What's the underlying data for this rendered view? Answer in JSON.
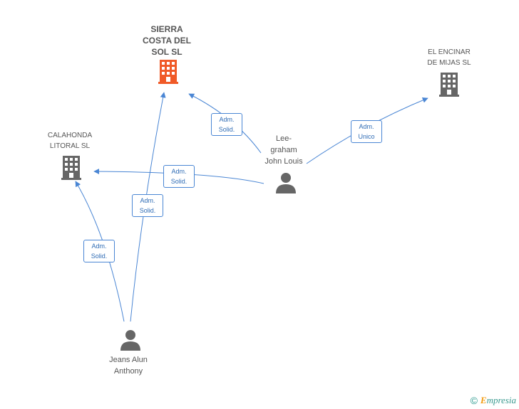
{
  "nodes": {
    "sierra": {
      "label": "SIERRA\nCOSTA DEL\nSOL SL",
      "color": "#f05a28"
    },
    "encinar": {
      "label": "EL ENCINAR\nDE MIJAS SL",
      "color": "#666666"
    },
    "calahonda": {
      "label": "CALAHONDA\nLITORAL SL",
      "color": "#666666"
    },
    "leegraham": {
      "label": "Lee-\ngraham\nJohn Louis",
      "color": "#666666"
    },
    "jeans": {
      "label": "Jeans Alun\nAnthony",
      "color": "#666666"
    }
  },
  "edges": {
    "lee_sierra": "Adm.\nSolid.",
    "lee_encinar": "Adm.\nUnico",
    "lee_calahonda": "Adm.\nSolid.",
    "jeans_sierra": "Adm.\nSolid.",
    "jeans_calahonda": "Adm.\nSolid."
  },
  "colors": {
    "edge": "#4a86d4"
  },
  "footer": {
    "copyright": "©",
    "brand_e": "E",
    "brand_rest": "mpresia"
  }
}
